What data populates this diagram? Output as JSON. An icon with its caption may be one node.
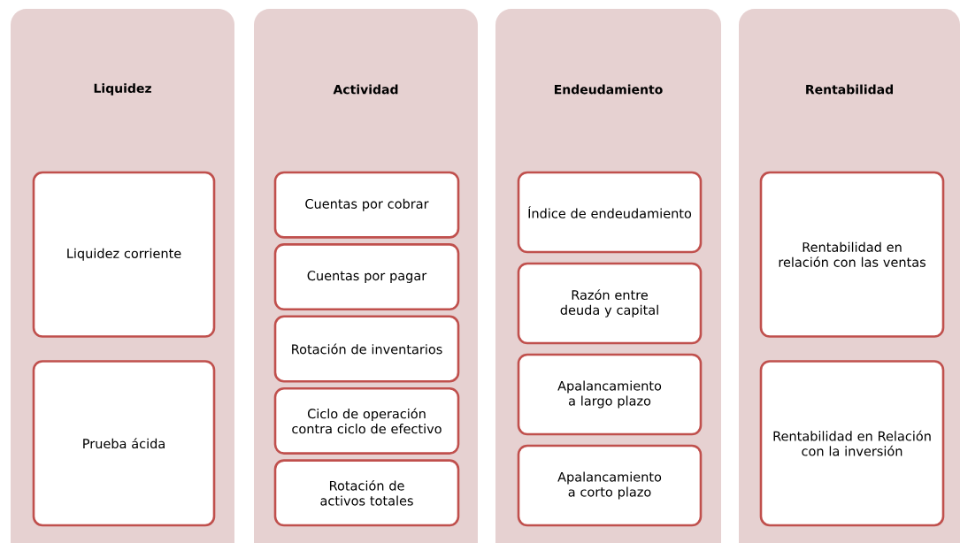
{
  "diagram": {
    "nodes": [
      {
        "text": [
          "Liquidez"
        ]
      },
      {
        "text": [
          "Liquidez corriente"
        ],
        "in": 0
      },
      {
        "text": [
          "Prueba ácida"
        ],
        "in": 0
      },
      {
        "text": [
          "Actividad"
        ]
      },
      {
        "text": [
          "Cuentas por cobrar"
        ],
        "in": 3
      },
      {
        "text": [
          "Cuentas por pagar"
        ],
        "in": 3
      },
      {
        "text": [
          "Rotación de inventarios"
        ],
        "in": 3
      },
      {
        "text": [
          "Ciclo de operación contra ciclo de efectivo"
        ],
        "in": 3
      },
      {
        "text": [
          "Rotación de activos totales"
        ],
        "in": 3
      },
      {
        "text": [
          "Endeudamiento"
        ]
      },
      {
        "text": [
          "Índice de endeudamiento"
        ],
        "in": 9
      },
      {
        "text": [
          "Razón entre deuda y capital"
        ],
        "in": 9
      },
      {
        "text": [
          "Apalancamiento a largo plazo"
        ],
        "in": 9
      },
      {
        "text": [
          "Apalancamiento a corto plazo"
        ],
        "in": 9
      },
      {
        "text": [
          "Rentabilidad"
        ]
      },
      {
        "text": [
          "Rentabilidad en relación con las ventas"
        ],
        "in": 14
      },
      {
        "text": [
          "Rentabilidad en Relación con la inversión"
        ],
        "in": 14
      }
    ]
  }
}
